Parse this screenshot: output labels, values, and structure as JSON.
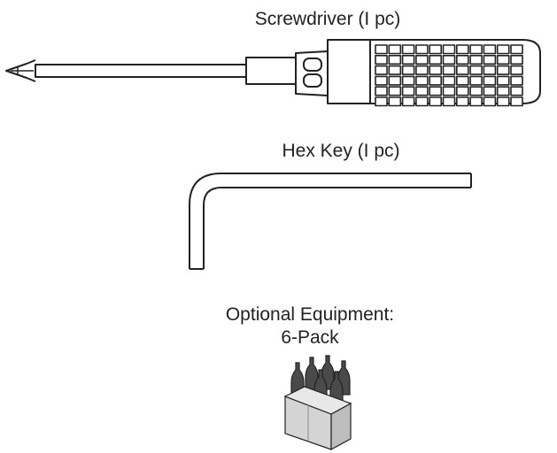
{
  "items": {
    "screwdriver": {
      "label": "Screwdriver (I pc)",
      "icon": "screwdriver-icon"
    },
    "hex_key": {
      "label": "Hex Key (I pc)",
      "icon": "hex-key-icon"
    },
    "optional": {
      "heading": "Optional Equipment:",
      "label": "6-Pack",
      "icon": "six-pack-icon"
    }
  },
  "colors": {
    "line": "#222222",
    "bottle": "#4a4a4a",
    "carton": "#d4d4d4"
  }
}
